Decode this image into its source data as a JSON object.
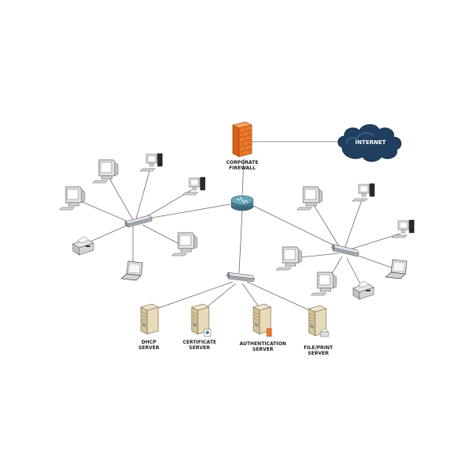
{
  "labels": {
    "firewall": [
      "CORPORATE",
      "FIREWALL"
    ],
    "internet": "INTERNET",
    "dhcp": [
      "DHCP",
      "SERVER"
    ],
    "certificate": [
      "CERTIFICATE",
      "SERVER"
    ],
    "authentication": [
      "AUTHENTICATION",
      "SERVER"
    ],
    "fileprint": [
      "FILE/PRINT",
      "SERVER"
    ]
  },
  "colors": {
    "firewall": "#f07a2a",
    "cloud": "#1f3f63",
    "router": "#5a93a6",
    "switch": "#9aa3ad",
    "server": "#d9c9a2",
    "link": "#6b6b6b"
  },
  "icons": {
    "firewall": "brick-wall-icon",
    "internet": "cloud-icon",
    "router": "router-icon",
    "switch": "network-switch-icon",
    "monitor": "crt-monitor-icon",
    "desktop": "desktop-computer-icon",
    "laptop": "laptop-icon",
    "printer": "printer-icon",
    "server": "tower-server-icon"
  }
}
